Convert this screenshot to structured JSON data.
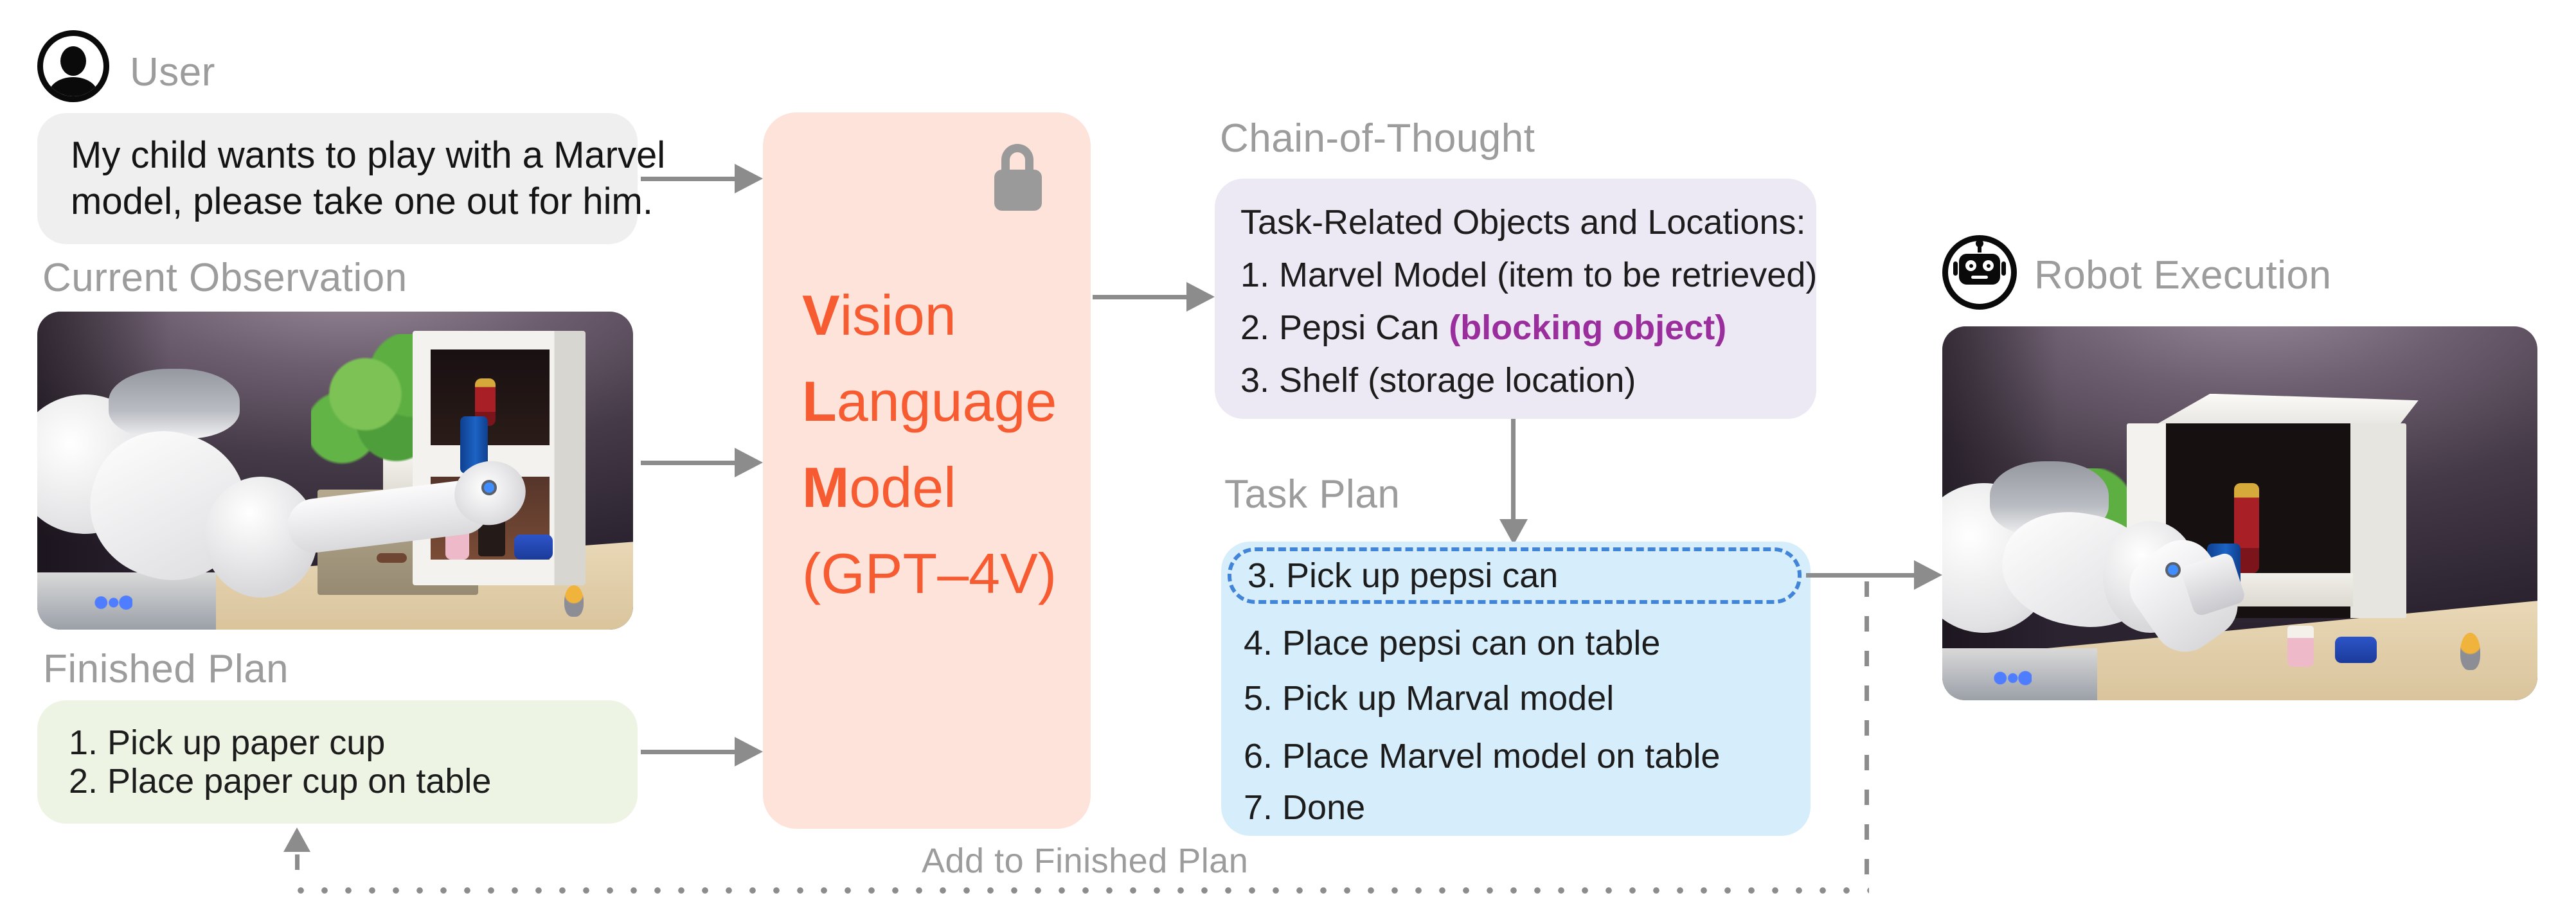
{
  "user": {
    "label": "User",
    "message_line1": "My child wants to play with a Marvel",
    "message_line2": "model, please take one out for him."
  },
  "current_observation": {
    "label": "Current Observation",
    "photo_description": "Robot arm beside a white shelf holding a Pepsi can, Marvel model, plant and desk objects"
  },
  "finished_plan": {
    "label": "Finished Plan",
    "items": [
      "1. Pick up paper cup",
      "2. Place paper cup on table"
    ]
  },
  "vlm": {
    "lines": [
      {
        "bold": "V",
        "rest": "ision"
      },
      {
        "bold": "L",
        "rest": "anguage"
      },
      {
        "bold": "M",
        "rest": "odel"
      },
      {
        "bold": "",
        "rest": "(GPT–4V)"
      }
    ]
  },
  "chain_of_thought": {
    "label": "Chain-of-Thought",
    "title": "Task-Related Objects and Locations:",
    "item1": "1. Marvel Model (item to be retrieved)",
    "item2_prefix": "2. Pepsi Can ",
    "item2_highlight": "(blocking object)",
    "item3": "3. Shelf (storage location)"
  },
  "task_plan": {
    "label": "Task Plan",
    "highlighted_item": "3. Pick up pepsi can",
    "items": [
      "4. Place pepsi can on table",
      "5. Pick up Marval model",
      "6. Place Marvel model on table",
      "7. Done"
    ]
  },
  "robot_execution": {
    "label": "Robot Execution",
    "photo_description": "Robot arm reaching into the white shelf to pick up the Pepsi can in front of the Marvel model"
  },
  "flow": {
    "add_to_finished_plan_label": "Add to Finished Plan"
  },
  "colors": {
    "accent_orange": "#f75b31",
    "cot_highlight_purple": "#9a2e9c",
    "plan_highlight_blue": "#4285d8",
    "vlm_box": "#fde3d9",
    "cot_box": "#ece8f4",
    "task_plan_box": "#d6eefb",
    "finished_plan_box": "#edf4e4",
    "bubble_gray": "#efefef",
    "label_gray": "#9c9c9c",
    "arrow_gray": "#8c8c8c"
  }
}
